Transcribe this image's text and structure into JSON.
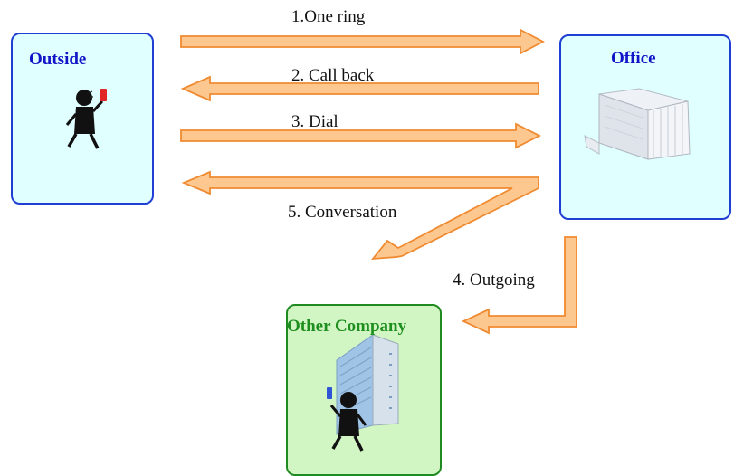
{
  "boxes": {
    "outside": {
      "title": "Outside"
    },
    "office": {
      "title": "Office"
    },
    "other": {
      "title": "Other Company"
    }
  },
  "steps": [
    {
      "label": "1.One ring"
    },
    {
      "label": "2. Call back"
    },
    {
      "label": "3. Dial"
    },
    {
      "label": "4. Outgoing"
    },
    {
      "label": "5. Conversation"
    }
  ],
  "colors": {
    "arrow_fill": "#fdc88f",
    "arrow_stroke": "#f08a30",
    "endpoint_box": "#e0ffff",
    "company_box": "#d2f5c4",
    "endpoint_title": "#1313c8",
    "company_title": "#1e8f1e"
  },
  "icons": [
    "person-phone-icon",
    "pbx-equipment-icon",
    "office-building-icon",
    "person-phone-icon"
  ]
}
